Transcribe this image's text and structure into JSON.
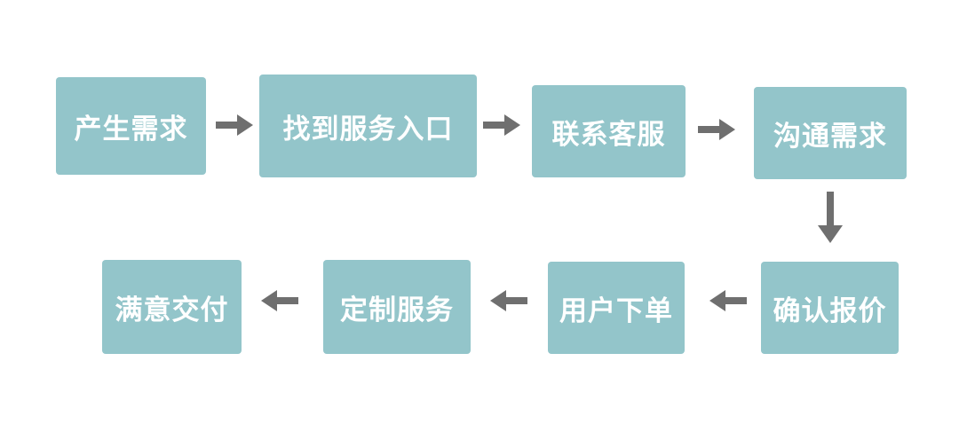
{
  "colors": {
    "box": "#93c5ca",
    "box_text": "#ffffff",
    "arrow": "#6f6f6f",
    "background": "#ffffff"
  },
  "steps": [
    {
      "label": "产生需求"
    },
    {
      "label": "找到服务入口"
    },
    {
      "label": "联系客服"
    },
    {
      "label": "沟通需求"
    },
    {
      "label": "确认报价"
    },
    {
      "label": "用户下单"
    },
    {
      "label": "定制服务"
    },
    {
      "label": "满意交付"
    }
  ],
  "arrows": [
    {
      "direction": "right",
      "icon": "arrow-right-icon"
    },
    {
      "direction": "right",
      "icon": "arrow-right-icon"
    },
    {
      "direction": "right",
      "icon": "arrow-right-icon"
    },
    {
      "direction": "down",
      "icon": "arrow-down-icon"
    },
    {
      "direction": "left",
      "icon": "arrow-left-icon"
    },
    {
      "direction": "left",
      "icon": "arrow-left-icon"
    },
    {
      "direction": "left",
      "icon": "arrow-left-icon"
    }
  ]
}
